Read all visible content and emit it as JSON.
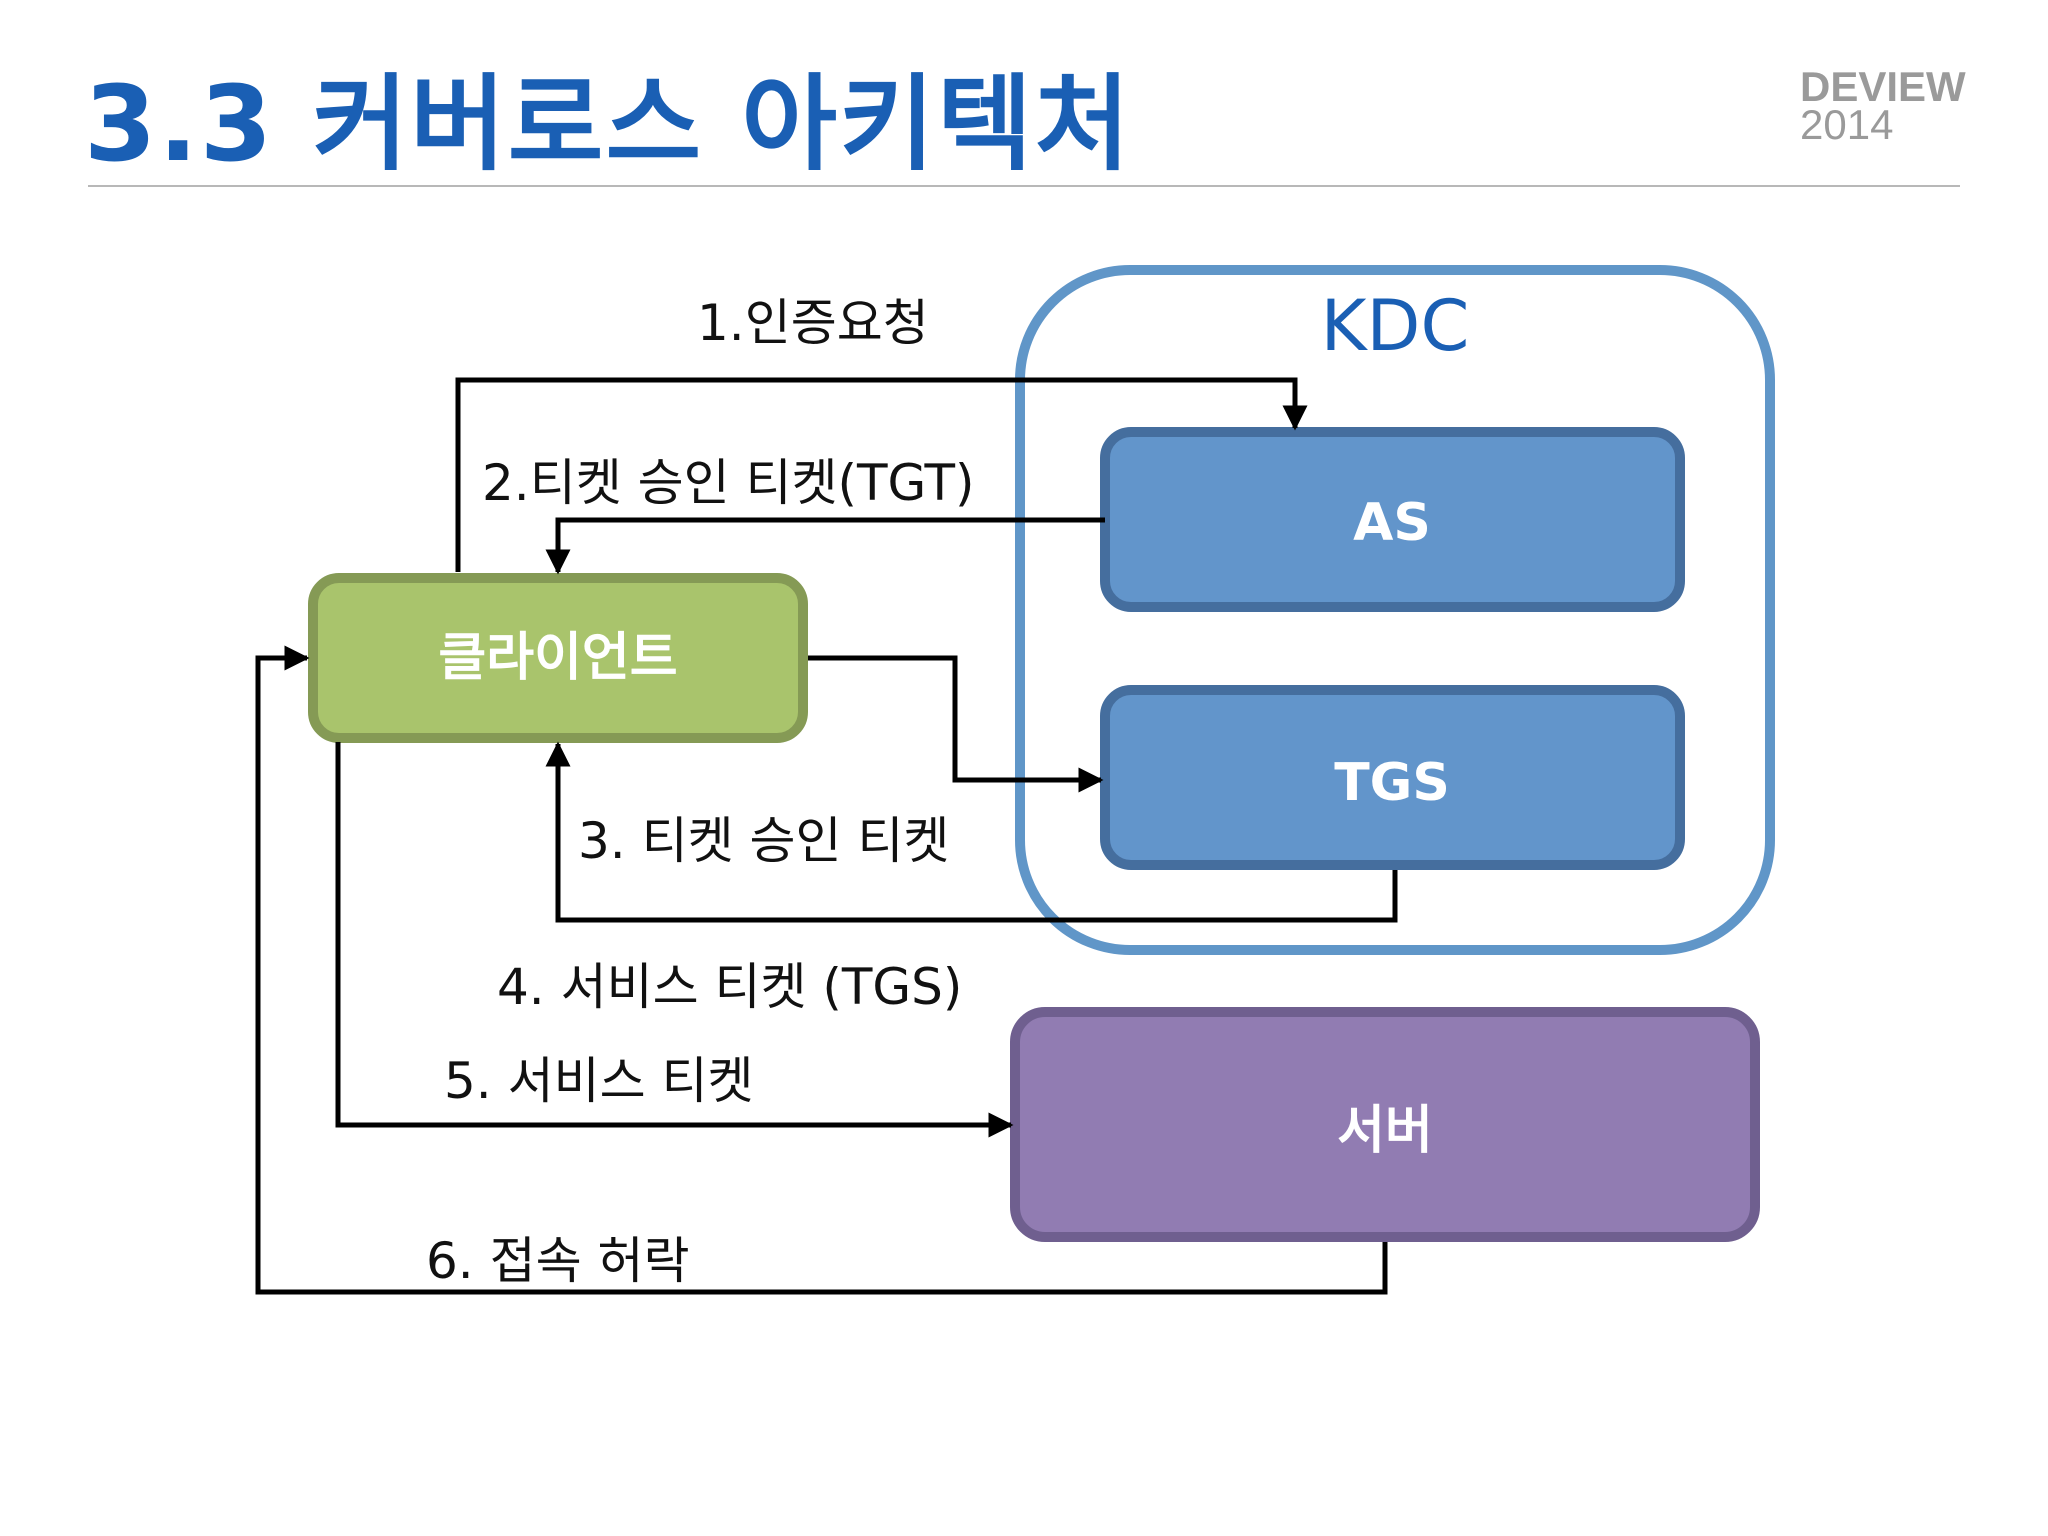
{
  "title": "3.3 커버로스 아키텍처",
  "logo": {
    "line1": "DEVIEW",
    "line2": "2014"
  },
  "colors": {
    "title": "#1a5fb4",
    "client_fill": "#a9c46c",
    "client_border": "#859a55",
    "kdc_border": "#6096c8",
    "service_fill": "#6295cb",
    "service_border": "#456e9e",
    "server_fill": "#917cb2",
    "server_border": "#6f5f8f"
  },
  "nodes": {
    "kdc": "KDC",
    "as": "AS",
    "tgs": "TGS",
    "client": "클라이언트",
    "server": "서버"
  },
  "steps": {
    "s1": "1.인증요청",
    "s2": "2.티켓 승인 티켓(TGT)",
    "s3": "3. 티켓 승인 티켓",
    "s4": "4. 서비스  티켓 (TGS)",
    "s5": "5. 서비스 티켓",
    "s6": "6. 접속 허락"
  }
}
